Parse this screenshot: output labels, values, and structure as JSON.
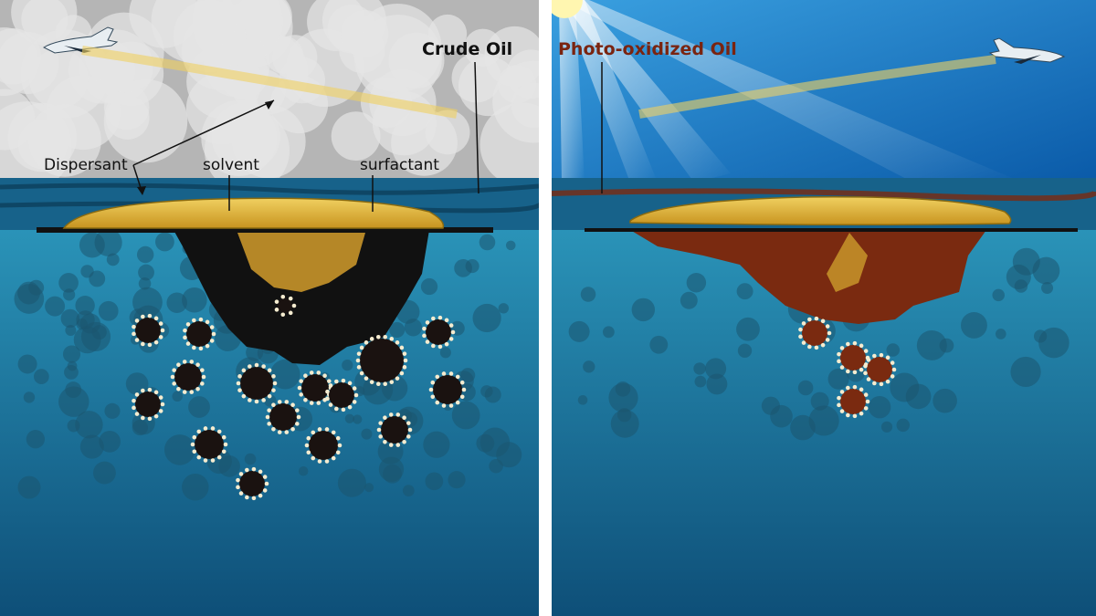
{
  "left_panel": {
    "title": "Crude Oil",
    "labels": {
      "dispersant": "Dispersant",
      "solvent": "solvent",
      "surfactant": "surfactant"
    }
  },
  "right_panel": {
    "title": "Photo-oxidized Oil"
  },
  "colors": {
    "crude_oil": "#111111",
    "photo_oxidized_oil": "#7a2a10",
    "dispersant": "#e0b030",
    "water": "#1f7fa6",
    "title_right": "#7a2410"
  }
}
